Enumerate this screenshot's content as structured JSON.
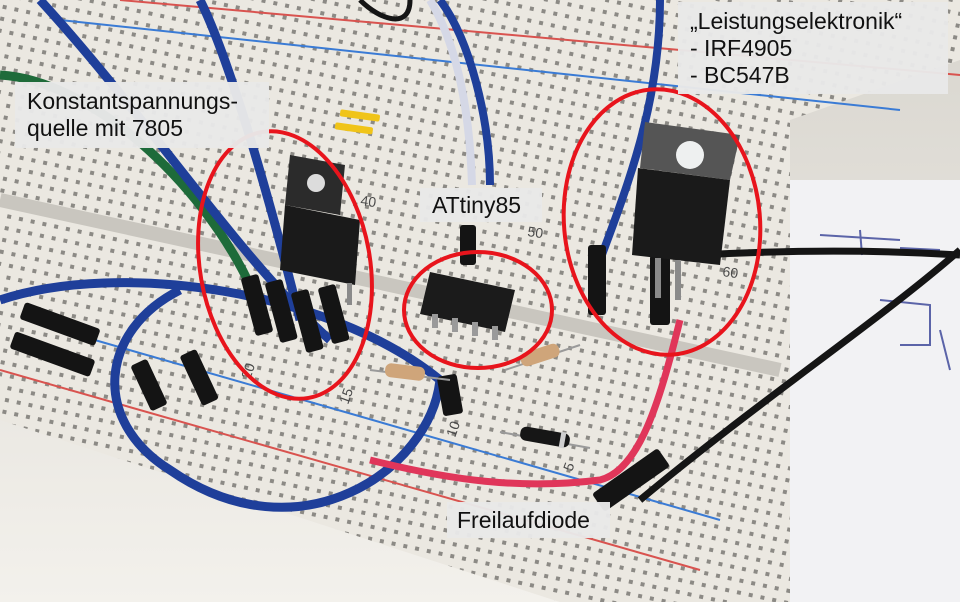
{
  "labels": {
    "power_electronics": "„Leistungselektronik“\n- IRF4905\n- BC547B",
    "voltage_regulator": "Konstantspannungs-\nquelle mit 7805",
    "microcontroller": "ATtiny85",
    "freewheel_diode": "Freilaufdiode"
  },
  "breadboard_numbers": {
    "n40": "40",
    "n50": "50",
    "n60": "60",
    "n20": "20",
    "n15": "15",
    "n10": "10",
    "n5": "5"
  },
  "colors": {
    "highlight_ellipse": "#e8141c",
    "breadboard": "#ece9e2",
    "rail_red": "#d9534f",
    "rail_blue": "#3a7bd5",
    "wire_blue": "#1f3f9a",
    "wire_black": "#151515",
    "wire_red": "#e0365a",
    "wire_green": "#1e6b3a"
  }
}
